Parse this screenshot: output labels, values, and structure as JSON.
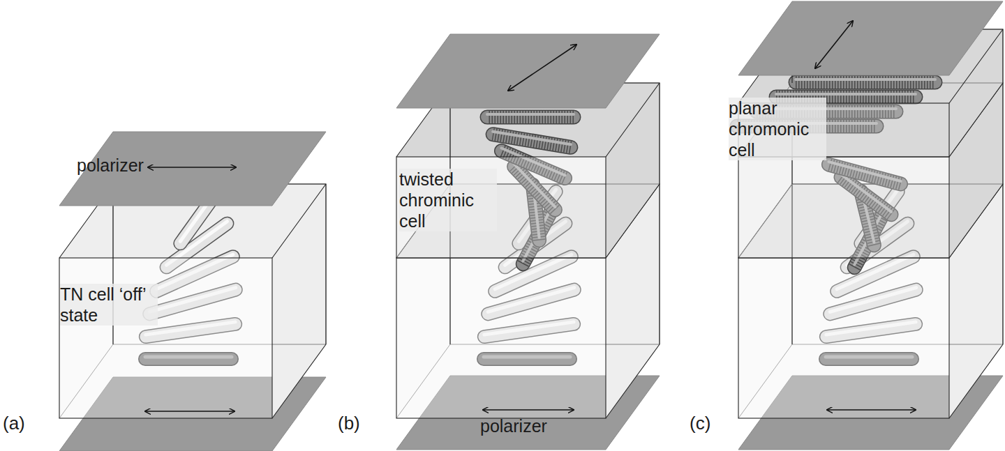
{
  "diagram": {
    "nodes": [
      {
        "text": [
          "polarizer"
        ]
      },
      {
        "text": [
          "TN cell ‘off’ state"
        ]
      },
      {
        "text": [
          "twisted chrominic cell"
        ]
      },
      {
        "text": [
          "polarizer"
        ]
      },
      {
        "text": [
          "planar chromonic cell"
        ]
      }
    ],
    "labels": [
      "(a)",
      "(b)",
      "(c)"
    ]
  }
}
